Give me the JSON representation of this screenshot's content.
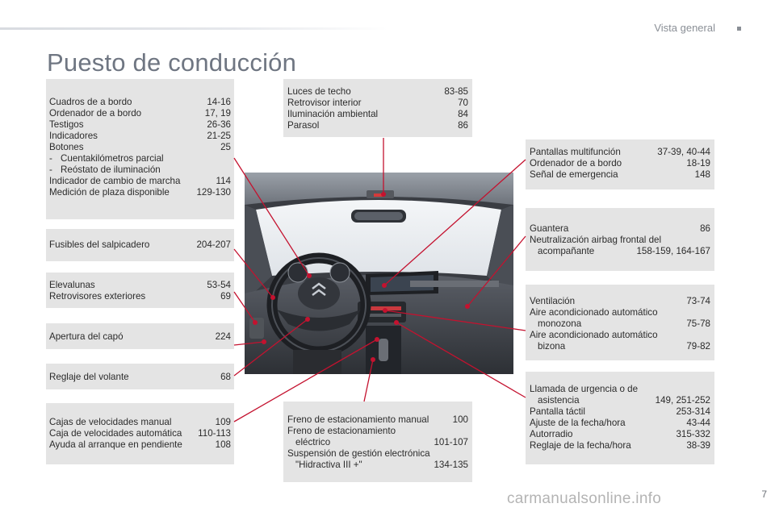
{
  "header": {
    "section": "Vista general"
  },
  "title": "Puesto de conducción",
  "boxes": {
    "instruments": [
      {
        "text": "Cuadros de a bordo",
        "page": "14-16"
      },
      {
        "text": "Ordenador de a bordo",
        "page": "17, 19"
      },
      {
        "text": "Testigos",
        "page": "26-36"
      },
      {
        "text": "Indicadores",
        "page": "21-25"
      },
      {
        "text": "Botones",
        "page": "25"
      },
      {
        "text": "Cuentakilómetros parcial",
        "page": ""
      },
      {
        "text": "Reóstato de iluminación",
        "page": ""
      },
      {
        "text": "Indicador de cambio de marcha",
        "page": "114"
      },
      {
        "text": "Medición de plaza disponible",
        "page": "129-130"
      }
    ],
    "fuses": [
      {
        "text": "Fusibles del salpicadero",
        "page": "204-207"
      }
    ],
    "windows": [
      {
        "text": "Elevalunas",
        "page": "53-54"
      },
      {
        "text": "Retrovisores exteriores",
        "page": "69"
      }
    ],
    "bonnet": [
      {
        "text": "Apertura del capó",
        "page": "224"
      }
    ],
    "steering": [
      {
        "text": "Reglaje del volante",
        "page": "68"
      }
    ],
    "gearbox": [
      {
        "text": "Cajas de velocidades manual",
        "page": "109"
      },
      {
        "text": "Caja de velocidades automática",
        "page": "110-113"
      },
      {
        "text": "Ayuda al arranque en pendiente",
        "page": "108"
      }
    ],
    "ceiling": [
      {
        "text": "Luces de techo",
        "page": "83-85"
      },
      {
        "text": "Retrovisor interior",
        "page": "70"
      },
      {
        "text": "Iluminación ambiental",
        "page": "84"
      },
      {
        "text": "Parasol",
        "page": "86"
      }
    ],
    "parking": [
      {
        "text": "Freno de estacionamiento manual",
        "page": "100"
      },
      {
        "text": "Freno de estacionamiento",
        "page": ""
      },
      {
        "text": "eléctrico",
        "page": "101-107"
      },
      {
        "text": "Suspensión de gestión electrónica",
        "page": ""
      },
      {
        "text": "\"Hidractiva III +\"",
        "page": "134-135"
      }
    ],
    "screens": [
      {
        "text": "Pantallas multifunción",
        "page": "37-39, 40-44"
      },
      {
        "text": "Ordenador de a bordo",
        "page": "18-19"
      },
      {
        "text": "Señal de emergencia",
        "page": "148"
      }
    ],
    "glovebox": [
      {
        "text": "Guantera",
        "page": "86"
      },
      {
        "text": "Neutralización airbag frontal del",
        "page": ""
      },
      {
        "text": "acompañante",
        "page": "158-159, 164-167"
      }
    ],
    "ventilation": [
      {
        "text": "Ventilación",
        "page": "73-74"
      },
      {
        "text": "Aire acondicionado automático",
        "page": ""
      },
      {
        "text": "monozona",
        "page": "75-78"
      },
      {
        "text": "Aire acondicionado automático",
        "page": ""
      },
      {
        "text": "bizona",
        "page": "79-82"
      }
    ],
    "emergency": [
      {
        "text": "Llamada de urgencia o de",
        "page": ""
      },
      {
        "text": "asistencia",
        "page": "149, 251-252"
      },
      {
        "text": "Pantalla táctil",
        "page": "253-314"
      },
      {
        "text": "Ajuste de la fecha/hora",
        "page": "43-44"
      },
      {
        "text": "Autorradio",
        "page": "315-332"
      },
      {
        "text": "Reglaje de la fecha/hora",
        "page": "38-39"
      }
    ]
  },
  "page_number": "7",
  "watermark": "carmanualsonline.info",
  "colors": {
    "box_bg": "#e4e4e4",
    "leader_red": "#c4122f",
    "title_gray": "#6f7682"
  }
}
